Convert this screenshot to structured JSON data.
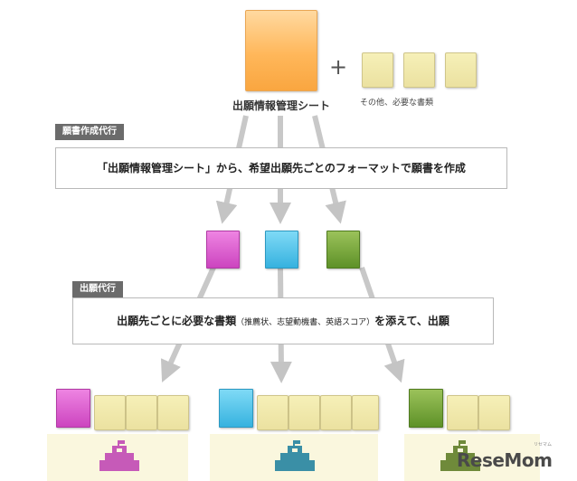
{
  "top": {
    "main_sheet_label": "出願情報管理シート",
    "plus": "+",
    "other_docs_label": "その他、必要な書類"
  },
  "step1": {
    "tag": "願書作成代行",
    "description": "「出願情報管理シート」から、希望出願先ごとのフォーマットで願書を作成"
  },
  "step2": {
    "tag": "出願代行",
    "description_main": "出願先ごとに必要な書類",
    "description_paren": "（推薦状、志望動機書、英語スコア）",
    "description_tail": "を添えて、出願"
  },
  "colors": {
    "school_a": "#cc44bf",
    "school_b": "#36b2df",
    "school_c": "#5e9128",
    "building_a": "#c65ab8",
    "building_b": "#3a8fa6",
    "building_c": "#6f8a3a",
    "arrow": "#c8c8c8"
  },
  "logo": {
    "brand": "ReseMom",
    "reading": "リセマム"
  }
}
